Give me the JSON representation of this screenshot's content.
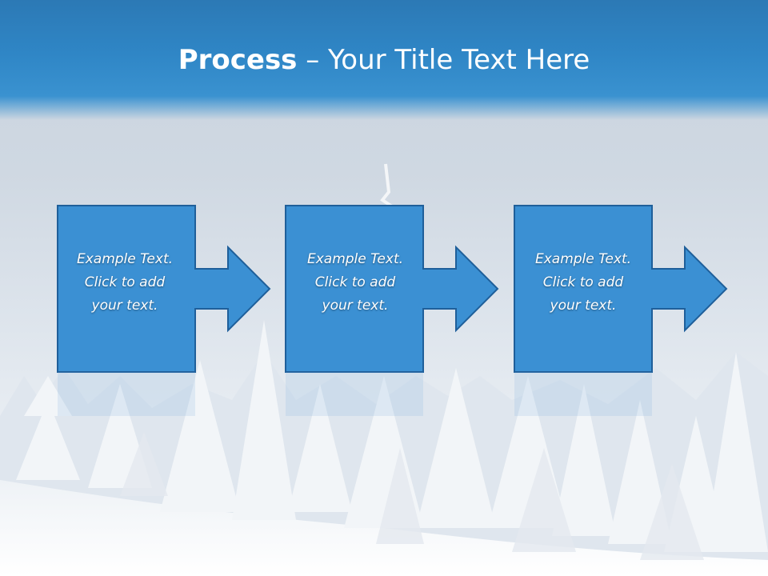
{
  "title": {
    "bold": "Process",
    "rest": " – Your Title Text Here"
  },
  "steps": [
    {
      "lines": [
        "Example Text.",
        "Click  to add",
        "your text."
      ]
    },
    {
      "lines": [
        "Example Text.",
        "Click  to add",
        "your text."
      ]
    },
    {
      "lines": [
        "Example Text.",
        "Click  to add",
        "your text."
      ]
    }
  ],
  "colors": {
    "title_band": "#2f86c6",
    "box_fill": "#3a8fd2",
    "box_stroke": "#1f5f9a",
    "text": "#ffffff"
  }
}
